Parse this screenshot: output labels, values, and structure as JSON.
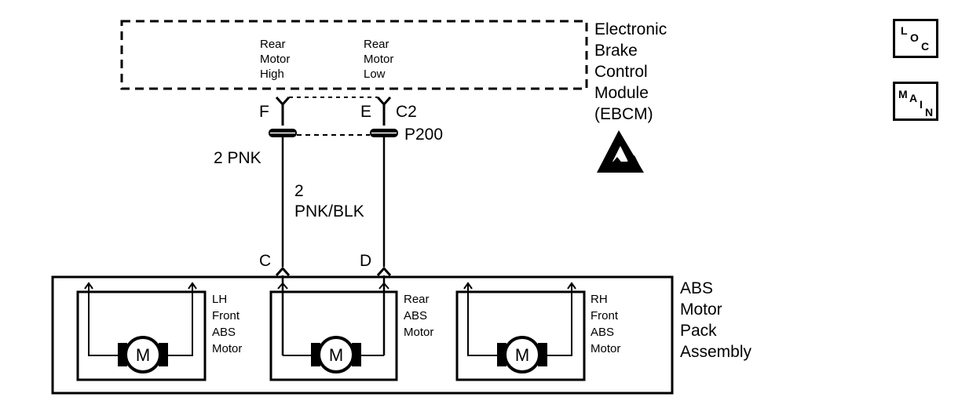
{
  "ebcm": {
    "name_lines": [
      "Electronic",
      "Brake",
      "Control",
      "Module",
      "(EBCM)"
    ],
    "pin_f_label": [
      "Rear",
      "Motor",
      "High"
    ],
    "pin_e_label": [
      "Rear",
      "Motor",
      "Low"
    ]
  },
  "connectors": {
    "pin_f": "F",
    "pin_e": "E",
    "ebcm_connector": "C2",
    "inline_connector": "P200",
    "pin_c": "C",
    "pin_d": "D"
  },
  "wires": {
    "wire_1_gauge_color": "2 PNK",
    "wire_2_gauge": "2",
    "wire_2_color": "PNK/BLK"
  },
  "motor_pack": {
    "name_lines": [
      "ABS",
      "Motor",
      "Pack",
      "Assembly"
    ],
    "motor_symbol": "M",
    "lh_label": [
      "LH",
      "Front",
      "ABS",
      "Motor"
    ],
    "rear_label": [
      "Rear",
      "ABS",
      "Motor"
    ],
    "rh_label": [
      "RH",
      "Front",
      "ABS",
      "Motor"
    ]
  },
  "nav": {
    "loc": {
      "l1": "L",
      "l2": "O",
      "l3": "C"
    },
    "main": {
      "l1": "M",
      "l2": "A",
      "l3": "I",
      "l4": "N"
    }
  },
  "icons": {
    "esd": "esd-warning-icon"
  }
}
